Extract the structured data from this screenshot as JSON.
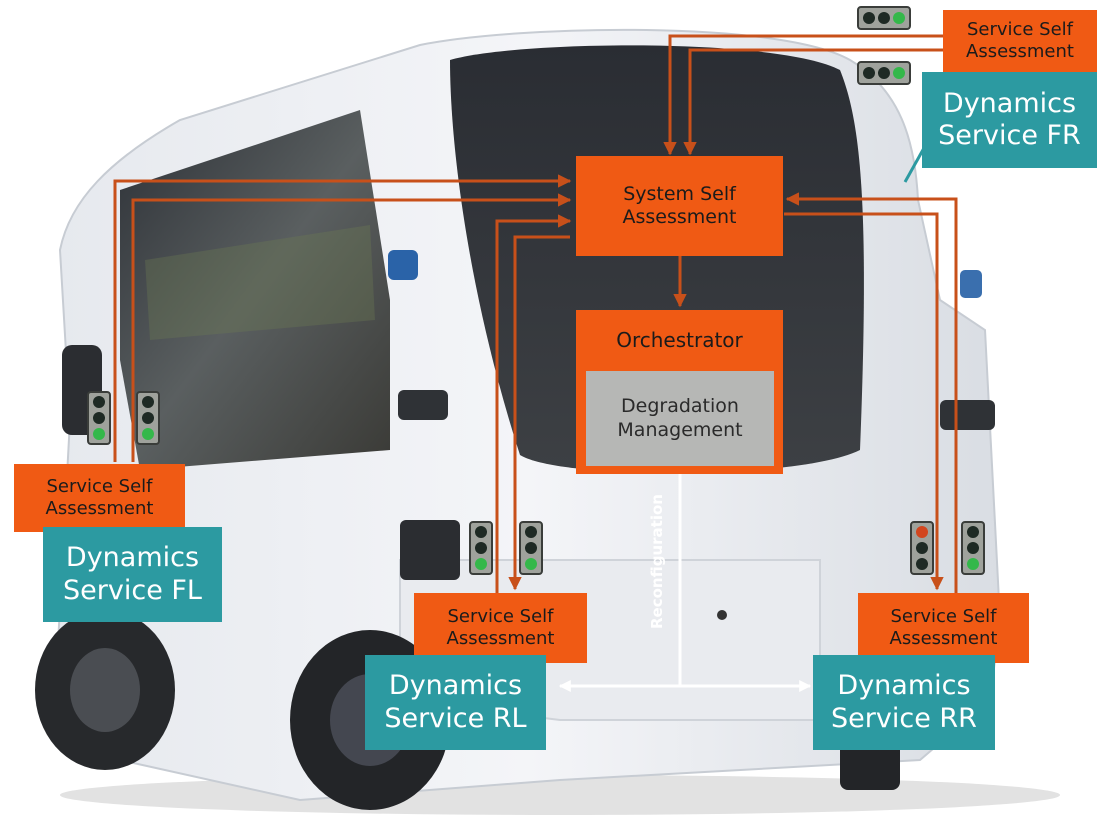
{
  "service_self_assessment_label": "Service Self Assessment",
  "system_self_assessment": {
    "line1": "System Self",
    "line2": "Assessment"
  },
  "orchestrator": {
    "title": "Orchestrator",
    "degradation_line1": "Degradation",
    "degradation_line2": "Management"
  },
  "reconfiguration_label": "Reconfiguration",
  "services": {
    "fr": {
      "line1": "Dynamics",
      "line2": "Service FR",
      "ssa_line1": "Service Self",
      "ssa_line2": "Assessment"
    },
    "fl": {
      "line1": "Dynamics",
      "line2": "Service FL",
      "ssa_line1": "Service Self",
      "ssa_line2": "Assessment"
    },
    "rl": {
      "line1": "Dynamics",
      "line2": "Service RL",
      "ssa_line1": "Service Self",
      "ssa_line2": "Assessment"
    },
    "rr": {
      "line1": "Dynamics",
      "line2": "Service RR",
      "ssa_line1": "Service Self",
      "ssa_line2": "Assessment"
    }
  },
  "traffic_lights": [
    {
      "id": "fr-top",
      "state": "green"
    },
    {
      "id": "fr-bottom",
      "state": "green"
    },
    {
      "id": "fl-left",
      "state": "green"
    },
    {
      "id": "fl-right",
      "state": "green"
    },
    {
      "id": "rl-left",
      "state": "green"
    },
    {
      "id": "rl-right",
      "state": "green"
    },
    {
      "id": "rr-left",
      "state": "red"
    },
    {
      "id": "rr-right",
      "state": "green"
    }
  ],
  "colors": {
    "orange": "#f05a14",
    "teal": "#2c9aa1",
    "gray": "#b6b7b5",
    "arrow": "#c8501a",
    "light_green": "#34b84a",
    "light_red": "#d2461e",
    "light_off": "#1e2a24"
  }
}
